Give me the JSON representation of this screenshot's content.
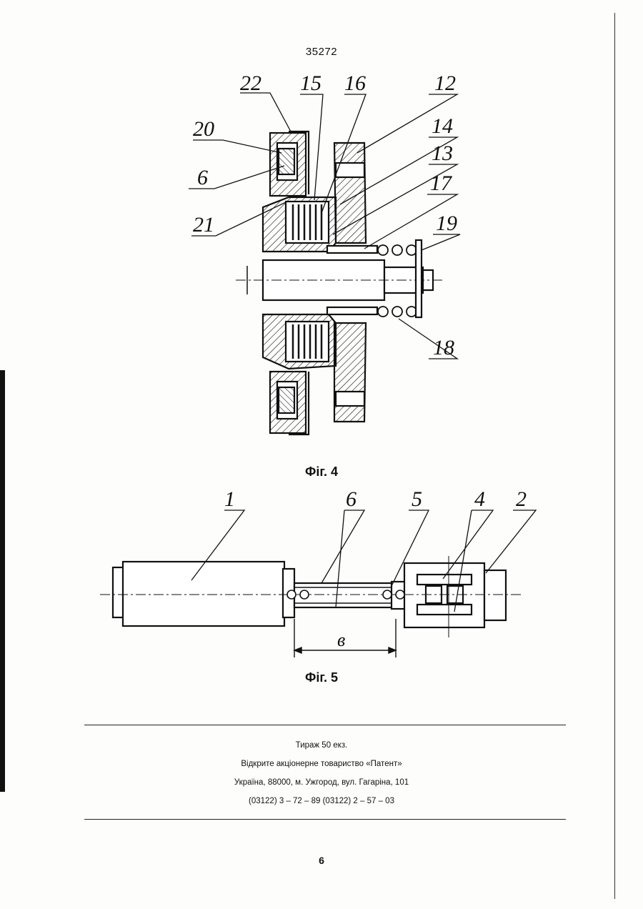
{
  "patent_number": "35272",
  "figures": [
    {
      "caption": "Фіг. 4",
      "labels": [
        "22",
        "15",
        "16",
        "12",
        "20",
        "14",
        "13",
        "6",
        "17",
        "19",
        "21",
        "18"
      ]
    },
    {
      "caption": "Фіг. 5",
      "labels": [
        "1",
        "6",
        "5",
        "4",
        "2"
      ],
      "dimension_label": "в"
    }
  ],
  "imprint": {
    "circulation": "Тираж 50 екз.",
    "publisher": "Відкрите акціонерне товариство «Патент»",
    "address": "Україна, 88000, м. Ужгород, вул. Гагаріна, 101",
    "phones": "(03122) 3 – 72 – 89  (03122) 2 – 57 – 03"
  },
  "page_number": "6"
}
